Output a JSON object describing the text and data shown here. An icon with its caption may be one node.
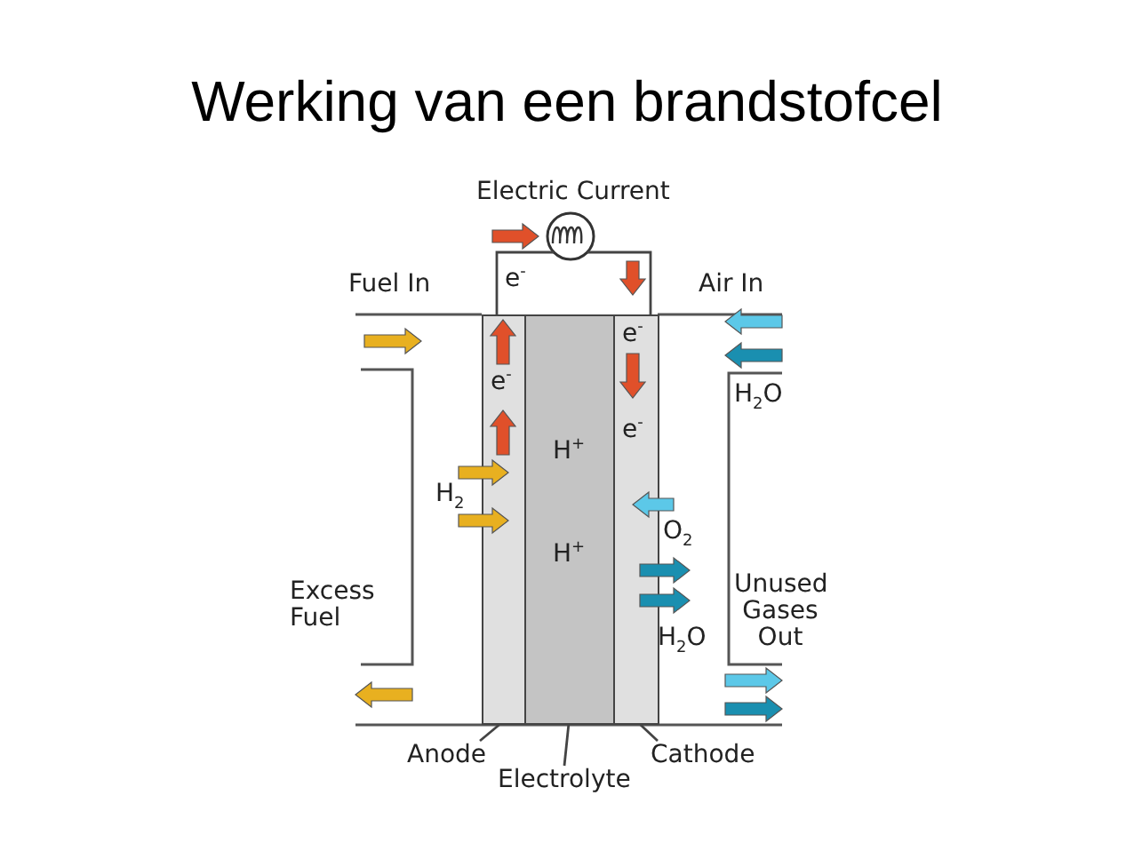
{
  "diagram": {
    "title": "Werking van een brandstofcel",
    "nodes": [
      {
        "text": [],
        "shape": "box"
      },
      {
        "text": [],
        "shape": "box"
      },
      {
        "text": [],
        "shape": "box"
      },
      {
        "text": [
          "Anode"
        ]
      },
      {
        "text": [
          "Electrolyte"
        ]
      },
      {
        "text": [
          "Cathode"
        ]
      },
      {
        "text": [],
        "shape": "circle",
        "beside": [
          "Electric Current"
        ]
      }
    ],
    "edges": [
      {
        "from": 3,
        "to": 0,
        "arrow": "none"
      },
      {
        "from": 4,
        "to": 1,
        "arrow": "none"
      },
      {
        "from": 5,
        "to": 2,
        "arrow": "none"
      },
      {
        "from": 0,
        "to": 6,
        "arrow": "none"
      },
      {
        "from": 6,
        "to": 2,
        "arrow": "none"
      }
    ],
    "labels": [
      "Fuel In",
      "e$^{-}$",
      "Air In",
      "e$^{-}$",
      "e$^{-}$",
      "H$_{2}$O",
      "e$^{-}$",
      "H$^{+}$",
      "H$_{2}$",
      "O$_{2}$",
      "H$^{+}$",
      "Excess Fuel",
      "Unused Gases Out",
      "H$_{2}$O"
    ]
  }
}
